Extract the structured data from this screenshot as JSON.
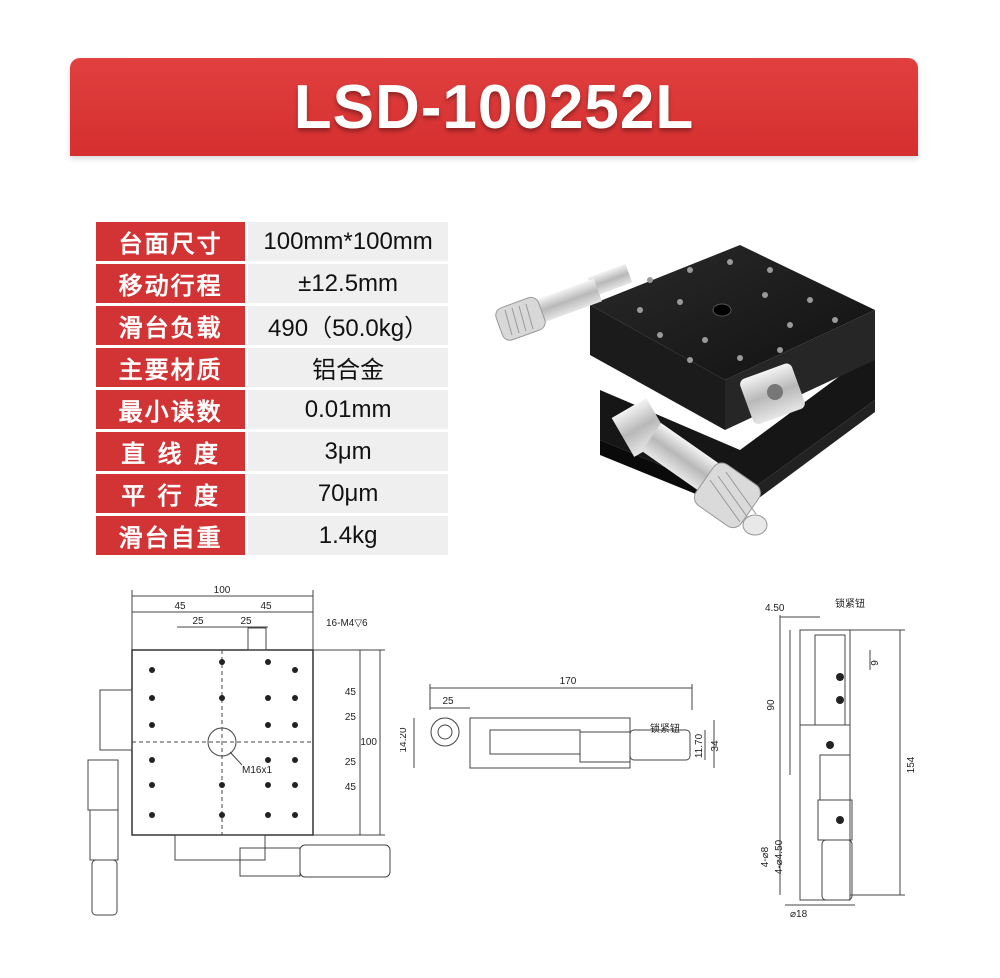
{
  "banner": {
    "title": "LSD-100252L"
  },
  "specs": [
    {
      "key": "台面尺寸",
      "value": "100mm*100mm"
    },
    {
      "key": "移动行程",
      "value": "±12.5mm"
    },
    {
      "key": "滑台负载",
      "value": "490（50.0kg）"
    },
    {
      "key": "主要材质",
      "value": "铝合金"
    },
    {
      "key": "最小读数",
      "value": "0.01mm"
    },
    {
      "key": "直 线 度",
      "value": "3μm"
    },
    {
      "key": "平 行 度",
      "value": "70μm"
    },
    {
      "key": "滑台自重",
      "value": "1.4kg"
    }
  ],
  "drawing_top": {
    "dim_100": "100",
    "dim_45a": "45",
    "dim_45b": "45",
    "dim_25a": "25",
    "dim_25b": "25",
    "hole_note": "16-M4▽6",
    "thread_note": "M16x1",
    "side_45a": "45",
    "side_25a": "25",
    "side_25b": "25",
    "side_45b": "45",
    "side_100": "100"
  },
  "drawing_front": {
    "dim_170": "170",
    "dim_25": "25",
    "dim_1420": "14.20",
    "dim_1170": "11.70",
    "dim_34": "34",
    "lock_note": "锁紧钮"
  },
  "drawing_side": {
    "dim_450": "4.50",
    "lock_note": "锁紧钮",
    "dim_9": "9",
    "dim_90": "90",
    "dim_154": "154",
    "dim_4_8": "4-⌀8",
    "dim_4_450": "4-⌀4.50",
    "dim_18": "⌀18"
  },
  "colors": {
    "banner": "#d62f30",
    "key_cell": "#d23334",
    "value_cell": "#efefef"
  }
}
